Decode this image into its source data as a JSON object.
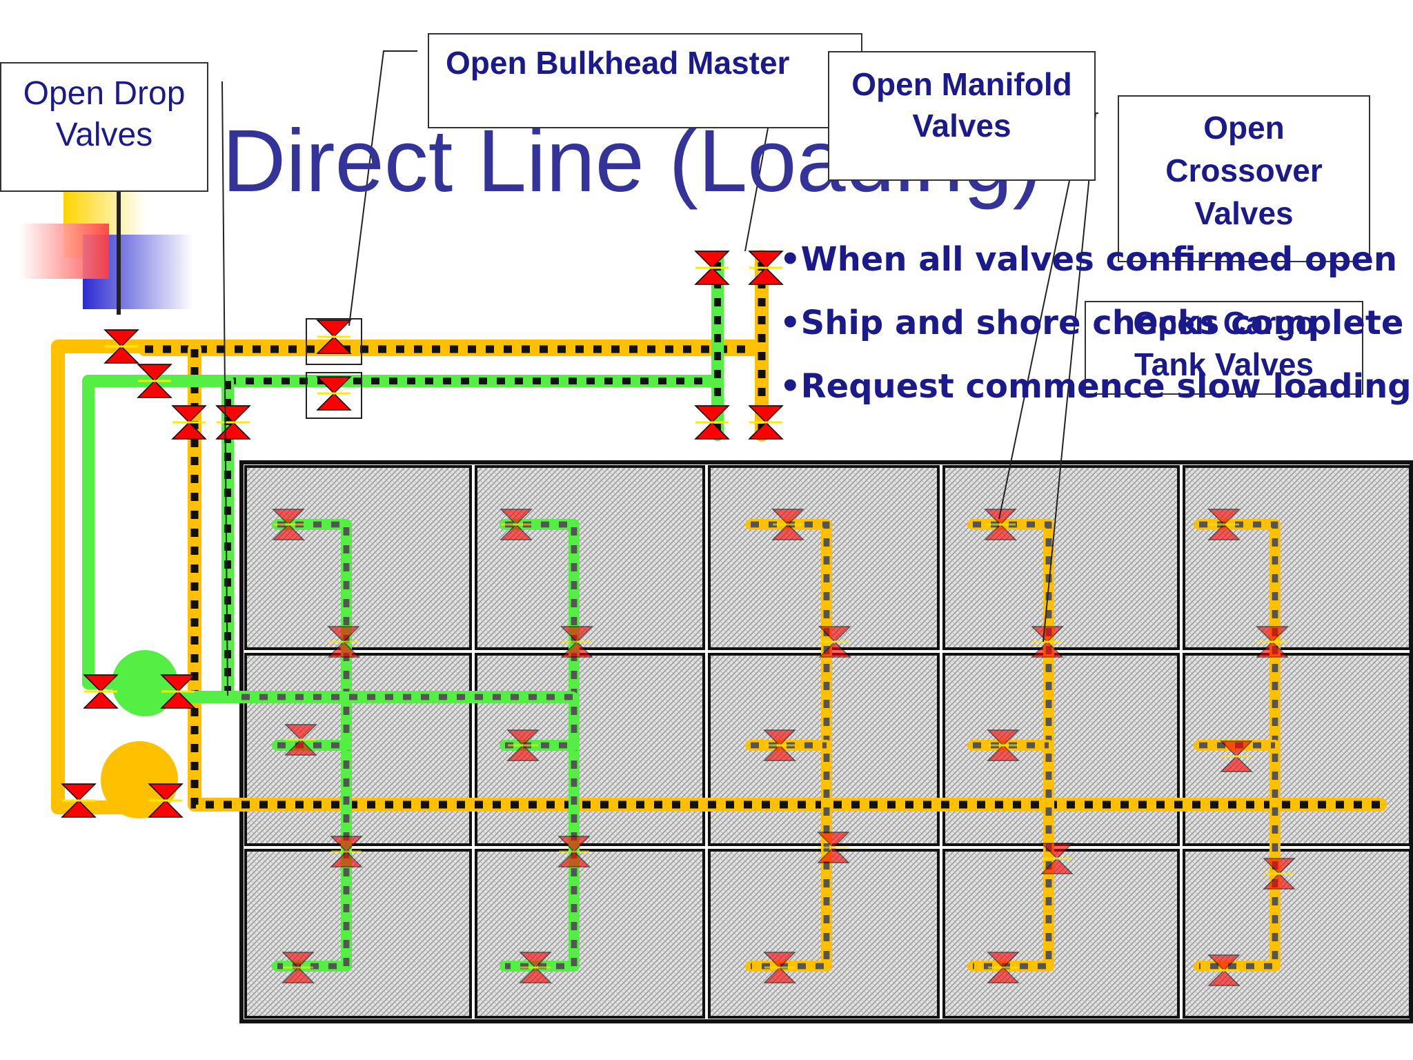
{
  "title": "Direct Line (Loading)",
  "callouts": {
    "drop": "Open Drop Valves",
    "bulkhead": "Open Bulkhead Master",
    "manifold": "Open Manifold Valves",
    "crossover": "Open Crossover Valves",
    "cargo_tank": "Open Cargo Tank Valves"
  },
  "bullets": [
    "•When all valves confirmed open",
    "•Ship and shore checks complete",
    "•Request commence slow loading"
  ],
  "colors": {
    "title": "#33339a",
    "text": "#1a1a8c",
    "yellow_line": "#ffc000",
    "green_line": "#55ee44",
    "valve": "#ff0000",
    "tank_fill": "#d0d0d0"
  }
}
